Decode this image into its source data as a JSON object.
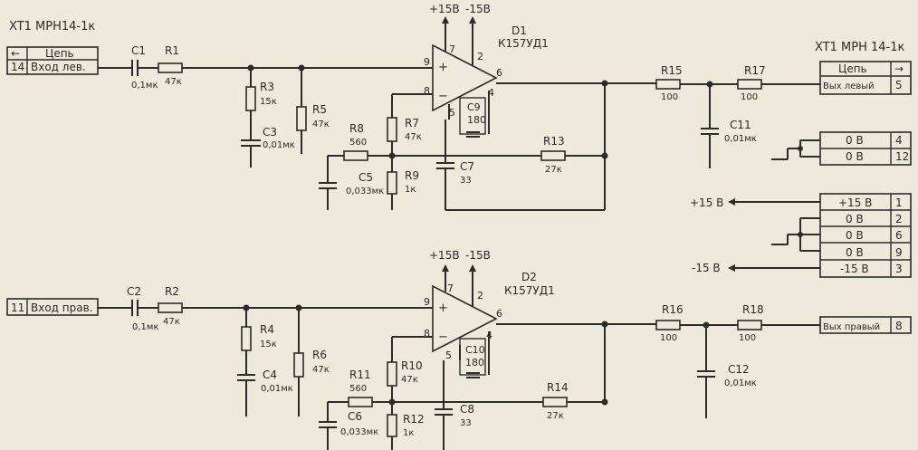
{
  "connectors": {
    "xt1_top_left": "XT1  МРН14-1к",
    "xt1_top_right": "XT1  МРН 14-1к",
    "header_arrow_left": "←",
    "header_arrow_right": "→",
    "header_circuit": "Цепь"
  },
  "inputs": [
    {
      "pin": "14",
      "label": "Вход лев."
    },
    {
      "pin": "11",
      "label": "Вход прав."
    }
  ],
  "outputs": [
    {
      "pin": "5",
      "label": "Вых левый"
    },
    {
      "pin": "8",
      "label": "Вых правый"
    }
  ],
  "ground_block": [
    {
      "label": "0 В",
      "pin": "4"
    },
    {
      "label": "0 В",
      "pin": "12"
    }
  ],
  "power_block": [
    {
      "label": "+15 В",
      "pin": "1"
    },
    {
      "label": "0 В",
      "pin": "2"
    },
    {
      "label": "0 В",
      "pin": "6"
    },
    {
      "label": "0 В",
      "pin": "9"
    },
    {
      "label": "-15 В",
      "pin": "3"
    }
  ],
  "power_rails": {
    "plus": "+15 В",
    "minus": "-15 В"
  },
  "opamp_supply": {
    "plus": "+15В",
    "minus": "-15В"
  },
  "channel_top": {
    "ic": {
      "ref": "D1",
      "type": "К157УД1"
    },
    "pins": {
      "p7": "7",
      "p2": "2",
      "p9": "9",
      "p8": "8",
      "p6": "6",
      "p4": "4",
      "p5": "5"
    },
    "C1": {
      "ref": "C1",
      "val": "0,1мк"
    },
    "R1": {
      "ref": "R1",
      "val": "47к"
    },
    "R3": {
      "ref": "R3",
      "val": "15к"
    },
    "C3": {
      "ref": "C3",
      "val": "0,01мк"
    },
    "R5": {
      "ref": "R5",
      "val": "47к"
    },
    "R8": {
      "ref": "R8",
      "val": "560"
    },
    "C5": {
      "ref": "C5",
      "val": "0,033мк"
    },
    "R7": {
      "ref": "R7",
      "val": "47к"
    },
    "R9": {
      "ref": "R9",
      "val": "1к"
    },
    "C9": {
      "ref": "C9",
      "val": "180"
    },
    "C7": {
      "ref": "C7",
      "val": "33"
    },
    "R13": {
      "ref": "R13",
      "val": "27к"
    },
    "R15": {
      "ref": "R15",
      "val": "100"
    },
    "R17": {
      "ref": "R17",
      "val": "100"
    },
    "C11": {
      "ref": "C11",
      "val": "0,01мк"
    }
  },
  "channel_bottom": {
    "ic": {
      "ref": "D2",
      "type": "К157УД1"
    },
    "pins": {
      "p7": "7",
      "p2": "2",
      "p9": "9",
      "p8": "8",
      "p6": "6",
      "p4": "4",
      "p5": "5"
    },
    "C2": {
      "ref": "C2",
      "val": "0,1мк"
    },
    "R2": {
      "ref": "R2",
      "val": "47к"
    },
    "R4": {
      "ref": "R4",
      "val": "15к"
    },
    "C4": {
      "ref": "C4",
      "val": "0,01мк"
    },
    "R6": {
      "ref": "R6",
      "val": "47к"
    },
    "R11": {
      "ref": "R11",
      "val": "560"
    },
    "C6": {
      "ref": "C6",
      "val": "0,033мк"
    },
    "R10": {
      "ref": "R10",
      "val": "47к"
    },
    "R12": {
      "ref": "R12",
      "val": "1к"
    },
    "C10": {
      "ref": "C10",
      "val": "180"
    },
    "C8": {
      "ref": "C8",
      "val": "33"
    },
    "R14": {
      "ref": "R14",
      "val": "27к"
    },
    "R16": {
      "ref": "R16",
      "val": "100"
    },
    "R18": {
      "ref": "R18",
      "val": "100"
    },
    "C12": {
      "ref": "C12",
      "val": "0,01мк"
    }
  },
  "signs": {
    "plus": "+",
    "minus": "−"
  }
}
